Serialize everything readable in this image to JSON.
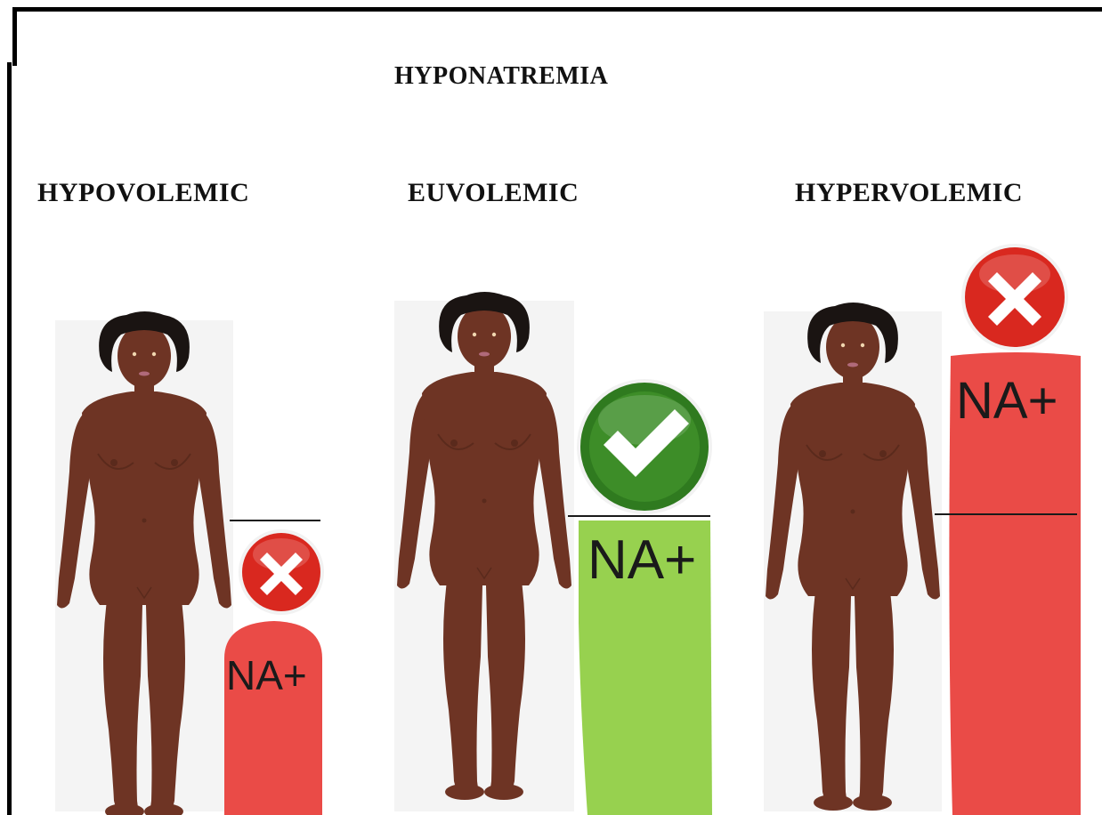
{
  "title": "HYPONATREMIA",
  "columns": [
    {
      "heading": "HYPOVOLEMIC",
      "sodium_label": "NA+",
      "status": "incorrect",
      "status_icon": "x-mark-icon",
      "bar_color": "#ea4b47",
      "sodium_level": "low"
    },
    {
      "heading": "EUVOLEMIC",
      "sodium_label": "NA+",
      "status": "correct",
      "status_icon": "check-mark-icon",
      "bar_color": "#97d14f",
      "sodium_level": "normal"
    },
    {
      "heading": "HYPERVOLEMIC",
      "sodium_label": "NA+",
      "status": "incorrect",
      "status_icon": "x-mark-icon",
      "bar_color": "#ea4b47",
      "sodium_level": "high"
    }
  ],
  "colors": {
    "skin": "#6e3424",
    "skin_shadow": "#5a2a1c",
    "hair": "#1a1412",
    "red_badge": "#d9281f",
    "green_badge": "#2f7a1f"
  }
}
